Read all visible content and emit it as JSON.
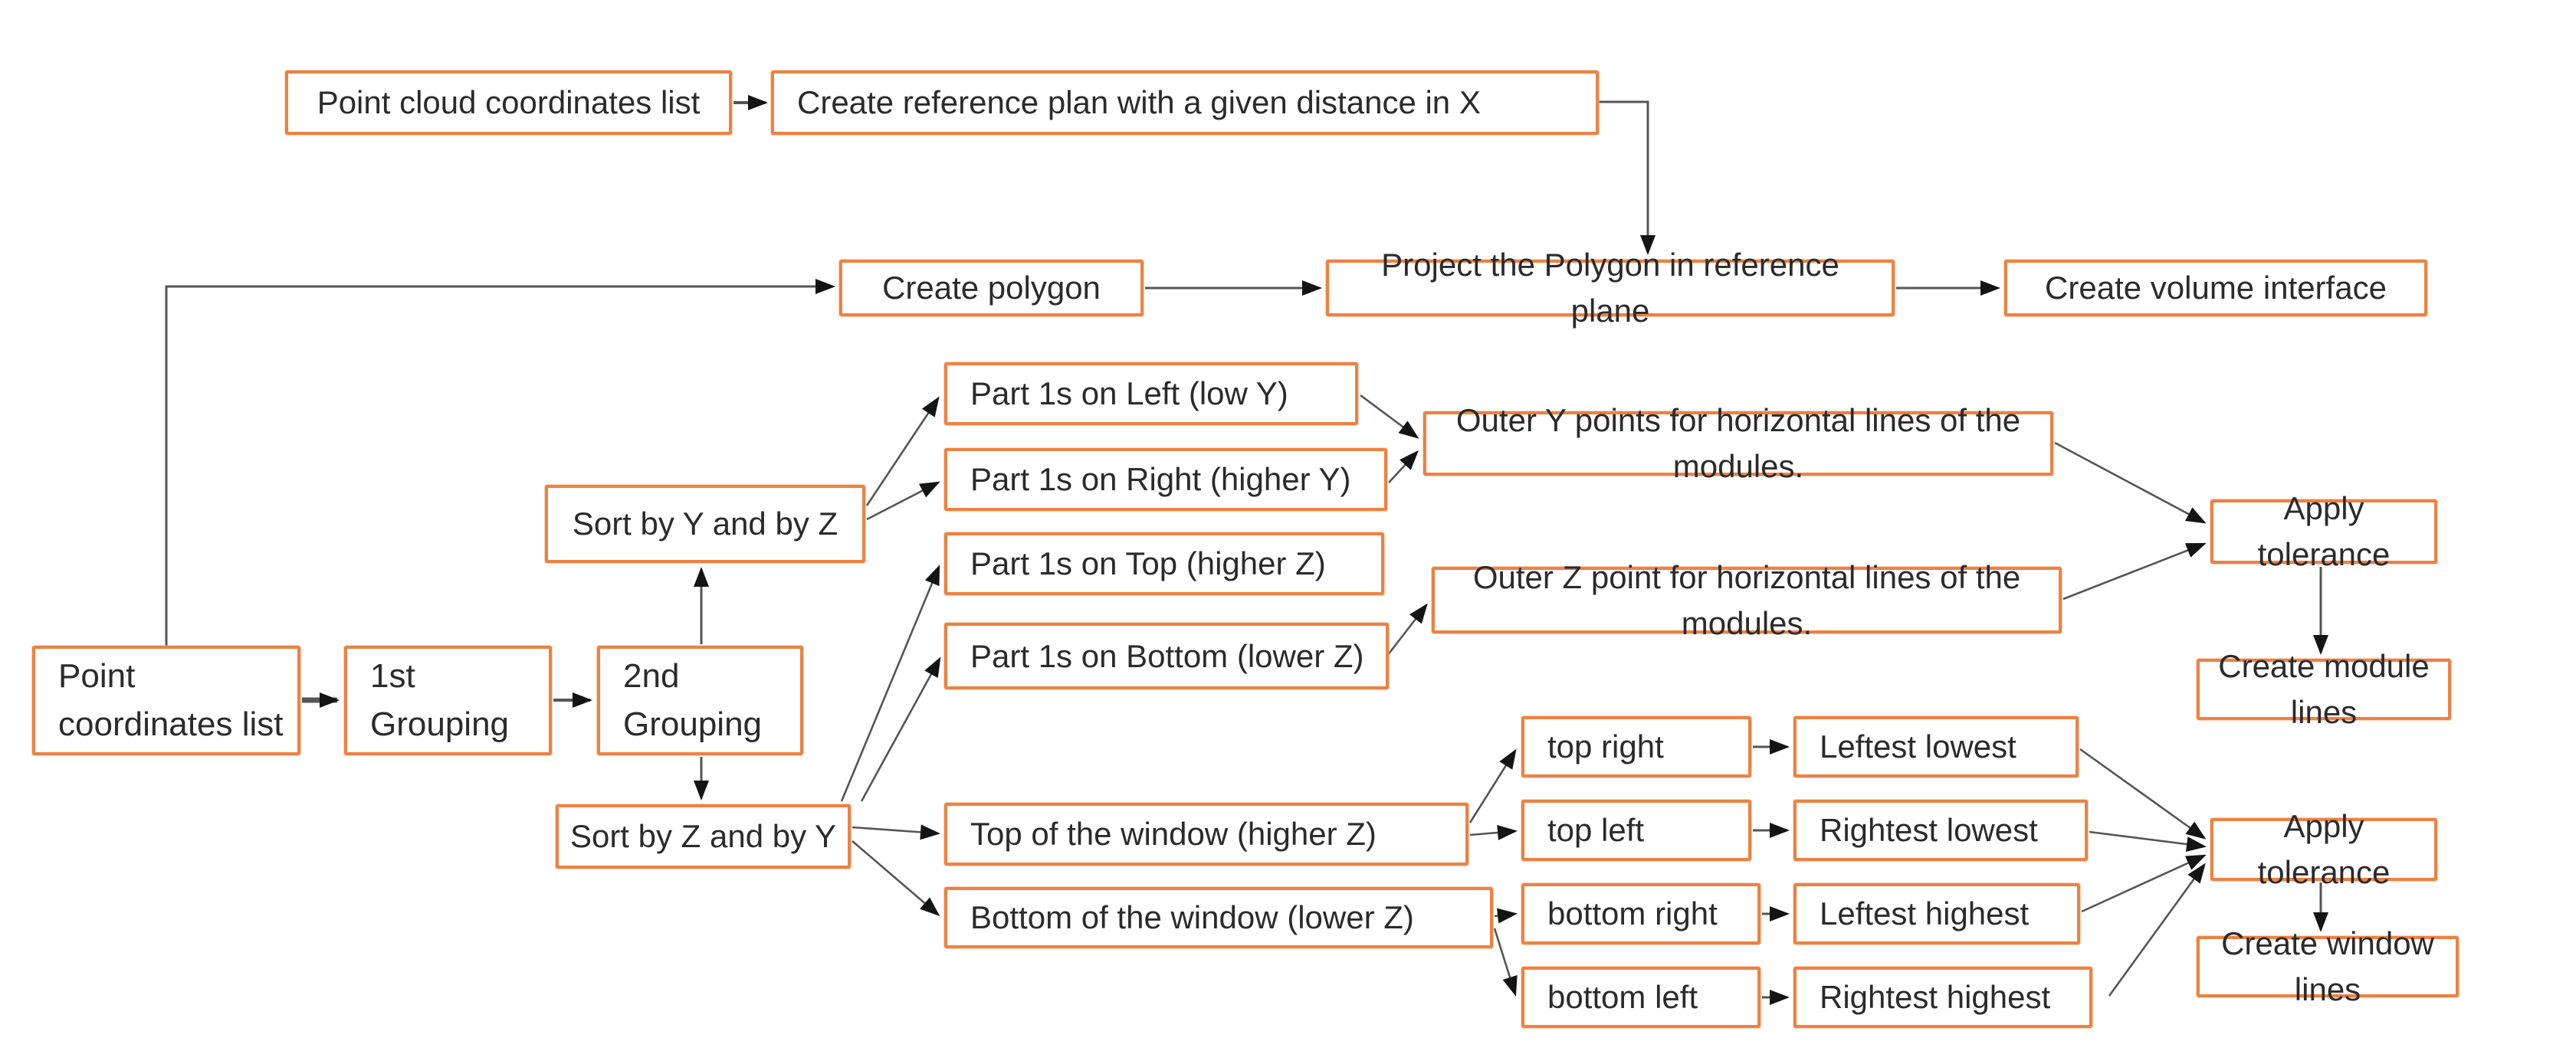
{
  "diagram": {
    "title": "Point cloud processing flowchart",
    "colors": {
      "box_border": "#EC8243",
      "box_fill": "#FFFFFF",
      "text": "#2B2B2B",
      "connector": "#555555",
      "arrowhead": "#141414",
      "background": "#FFFFFF"
    },
    "nodes": [
      {
        "id": "pc-list",
        "label": "Point cloud coordinates list"
      },
      {
        "id": "create-ref",
        "label": "Create reference plan with a given distance in X"
      },
      {
        "id": "create-poly",
        "label": "Create polygon"
      },
      {
        "id": "project-poly",
        "label": "Project the Polygon in reference plane"
      },
      {
        "id": "create-vol",
        "label": "Create volume interface"
      },
      {
        "id": "pt-list",
        "label": "Point\ncoordinates list"
      },
      {
        "id": "grp1",
        "label": "1st\nGrouping"
      },
      {
        "id": "grp2",
        "label": "2nd\nGrouping"
      },
      {
        "id": "sort-yz",
        "label": "Sort by Y and by Z"
      },
      {
        "id": "part-left",
        "label": "Part 1s on Left (low Y)"
      },
      {
        "id": "part-right",
        "label": "Part 1s on Right (higher Y)"
      },
      {
        "id": "part-top",
        "label": "Part 1s on Top (higher Z)"
      },
      {
        "id": "part-bottom",
        "label": "Part 1s on Bottom (lower Z)"
      },
      {
        "id": "outer-y",
        "label": "Outer Y points for horizontal lines of the modules."
      },
      {
        "id": "outer-z",
        "label": "Outer Z point for horizontal lines of the modules."
      },
      {
        "id": "apply-tol-1",
        "label": "Apply tolerance"
      },
      {
        "id": "create-mod",
        "label": "Create module lines"
      },
      {
        "id": "sort-zy",
        "label": "Sort by  Z  and by Y"
      },
      {
        "id": "top-window",
        "label": "Top of the window (higher Z)"
      },
      {
        "id": "bottom-window",
        "label": "Bottom of the window (lower Z)"
      },
      {
        "id": "top-right",
        "label": "top right"
      },
      {
        "id": "top-left",
        "label": "top left"
      },
      {
        "id": "bottom-right",
        "label": "bottom right"
      },
      {
        "id": "bottom-left",
        "label": "bottom left"
      },
      {
        "id": "leftest-lowest",
        "label": "Leftest lowest"
      },
      {
        "id": "rightest-lowest",
        "label": "Rightest  lowest"
      },
      {
        "id": "leftest-highest",
        "label": "Leftest highest"
      },
      {
        "id": "rightest-highest",
        "label": "Rightest highest"
      }
    ],
    "edges": [
      {
        "from": "pc-list",
        "to": "create-ref"
      },
      {
        "from": "create-ref",
        "to": "project-poly"
      },
      {
        "from": "pt-list",
        "to": "create-poly"
      },
      {
        "from": "create-poly",
        "to": "project-poly"
      },
      {
        "from": "project-poly",
        "to": "create-vol"
      },
      {
        "from": "pt-list",
        "to": "grp1"
      },
      {
        "from": "grp1",
        "to": "grp2"
      },
      {
        "from": "grp2",
        "to": "sort-yz"
      },
      {
        "from": "grp2",
        "to": "sort-zy"
      },
      {
        "from": "sort-yz",
        "to": "part-left"
      },
      {
        "from": "sort-yz",
        "to": "part-right"
      },
      {
        "from": "sort-zy",
        "to": "part-top"
      },
      {
        "from": "sort-zy",
        "to": "part-bottom"
      },
      {
        "from": "part-left",
        "to": "outer-y"
      },
      {
        "from": "part-right",
        "to": "outer-y"
      },
      {
        "from": "part-bottom",
        "to": "outer-z"
      },
      {
        "from": "outer-y",
        "to": "apply-tol-1"
      },
      {
        "from": "outer-z",
        "to": "apply-tol-1"
      },
      {
        "from": "apply-tol-1",
        "to": "create-mod"
      },
      {
        "from": "sort-zy",
        "to": "top-window"
      },
      {
        "from": "sort-zy",
        "to": "bottom-window"
      },
      {
        "from": "top-window",
        "to": "top-right"
      },
      {
        "from": "top-window",
        "to": "top-left"
      },
      {
        "from": "bottom-window",
        "to": "bottom-right"
      },
      {
        "from": "bottom-window",
        "to": "bottom-left"
      },
      {
        "from": "top-right",
        "to": "leftest-lowest"
      },
      {
        "from": "top-left",
        "to": "rightest-lowest"
      },
      {
        "from": "bottom-right",
        "to": "leftest-highest"
      },
      {
        "from": "bottom-left",
        "to": "rightest-highest"
      },
      {
        "from": "leftest-lowest",
        "to": "apply-tol-2"
      },
      {
        "from": "rightest-lowest",
        "to": "apply-tol-2"
      },
      {
        "from": "leftest-highest",
        "to": "apply-tol-2"
      },
      {
        "from": "rightest-highest",
        "to": "apply-tol-2"
      },
      {
        "from": "apply-tol-2",
        "to": "create-win"
      }
    ],
    "extra_nodes": [
      {
        "id": "apply-tol-2",
        "label": "Apply tolerance"
      },
      {
        "id": "create-win",
        "label": "Create window lines"
      }
    ]
  }
}
